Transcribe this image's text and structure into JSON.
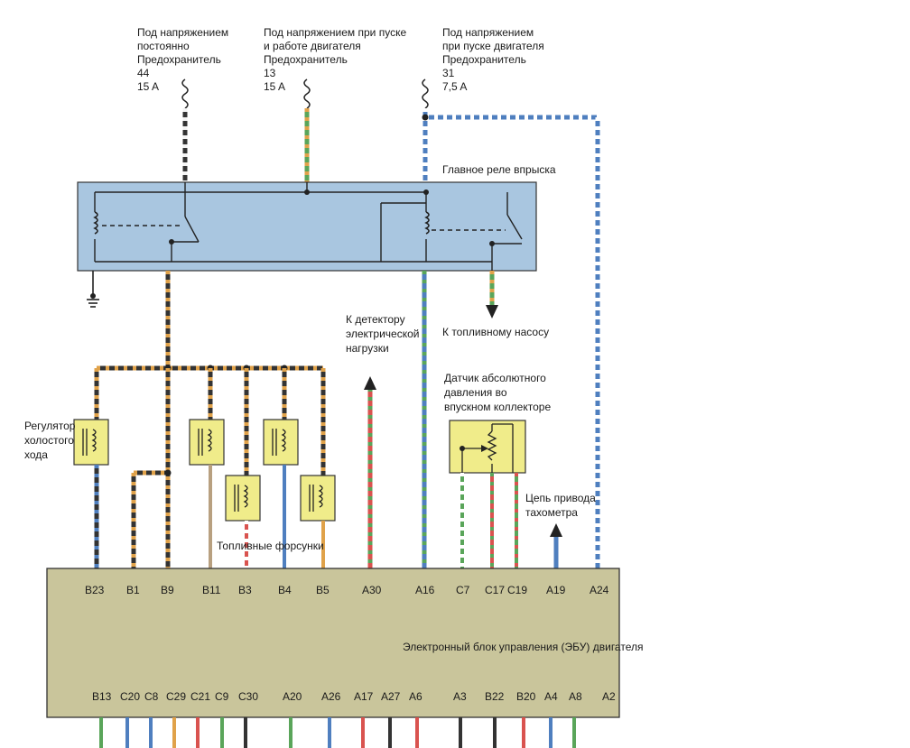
{
  "supplies": [
    {
      "lines": [
        "Под напряжением",
        "постоянно",
        "Предохранитель",
        "44",
        "15 A"
      ]
    },
    {
      "lines": [
        "Под напряжением при пуске",
        "и работе двигателя",
        "Предохранитель",
        "13",
        "15 A"
      ]
    },
    {
      "lines": [
        "Под напряжением",
        "при пуске двигателя",
        "Предохранитель",
        "31",
        "7,5 A"
      ]
    }
  ],
  "main_relay_label": "Главное реле впрыска",
  "load_detector_label": [
    "К детектору",
    "электрической",
    "нагрузки"
  ],
  "fuel_pump_label": "К топливному насосу",
  "map_sensor_label": [
    "Датчик абсолютного",
    "давления во",
    "впускном коллекторе"
  ],
  "idle_regulator_label": [
    "Регулятор",
    "холостого",
    "хода"
  ],
  "injectors_label": "Топливные форсунки",
  "tacho_label": [
    "Цепь привода",
    "тахометра"
  ],
  "ecu_label": "Электронный блок управления (ЭБУ) двигателя",
  "ecu_top_pins": [
    "B23",
    "B1",
    "B9",
    "B11",
    "B3",
    "B4",
    "B5",
    "A30",
    "A16",
    "C7",
    "C17",
    "C19",
    "A19",
    "A24"
  ],
  "ecu_bottom_pins": [
    "B13",
    "C20",
    "C8",
    "C29",
    "C21",
    "C9",
    "C30",
    "A20",
    "A26",
    "A17",
    "A27",
    "A6",
    "A3",
    "B22",
    "B20",
    "A4",
    "A8",
    "A2"
  ],
  "colors": {
    "relay_box": "#a9c6e0",
    "ecu_box": "#c9c59b",
    "component": "#f0ec8a",
    "red_wire": "#d9534f",
    "blue_wire": "#4f7fbf",
    "green_wire": "#5aa55a",
    "orange_wire": "#e0a24a",
    "dark_wire": "#333333"
  }
}
